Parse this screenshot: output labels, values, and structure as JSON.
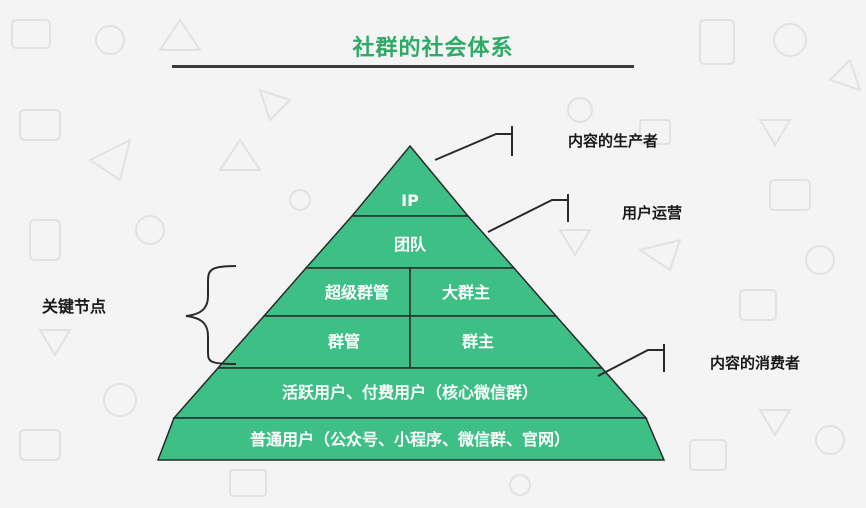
{
  "title": "社群的社会体系",
  "left_label": "关键节点",
  "pyramid": {
    "apex": "IP",
    "team": "团队",
    "row3_left": "超级群管",
    "row3_right": "大群主",
    "row4_left": "群管",
    "row4_right": "群主",
    "active_users": "活跃用户、付费用户（核心微信群）",
    "normal_users": "普通用户（公众号、小程序、微信群、官网）"
  },
  "annotations": {
    "producer": "内容的生产者",
    "operations": "用户运营",
    "consumer": "内容的消费者"
  },
  "colors": {
    "pyramid_fill": "#3dbf85",
    "pyramid_text": "#ffffff",
    "title": "#2eaa66"
  }
}
